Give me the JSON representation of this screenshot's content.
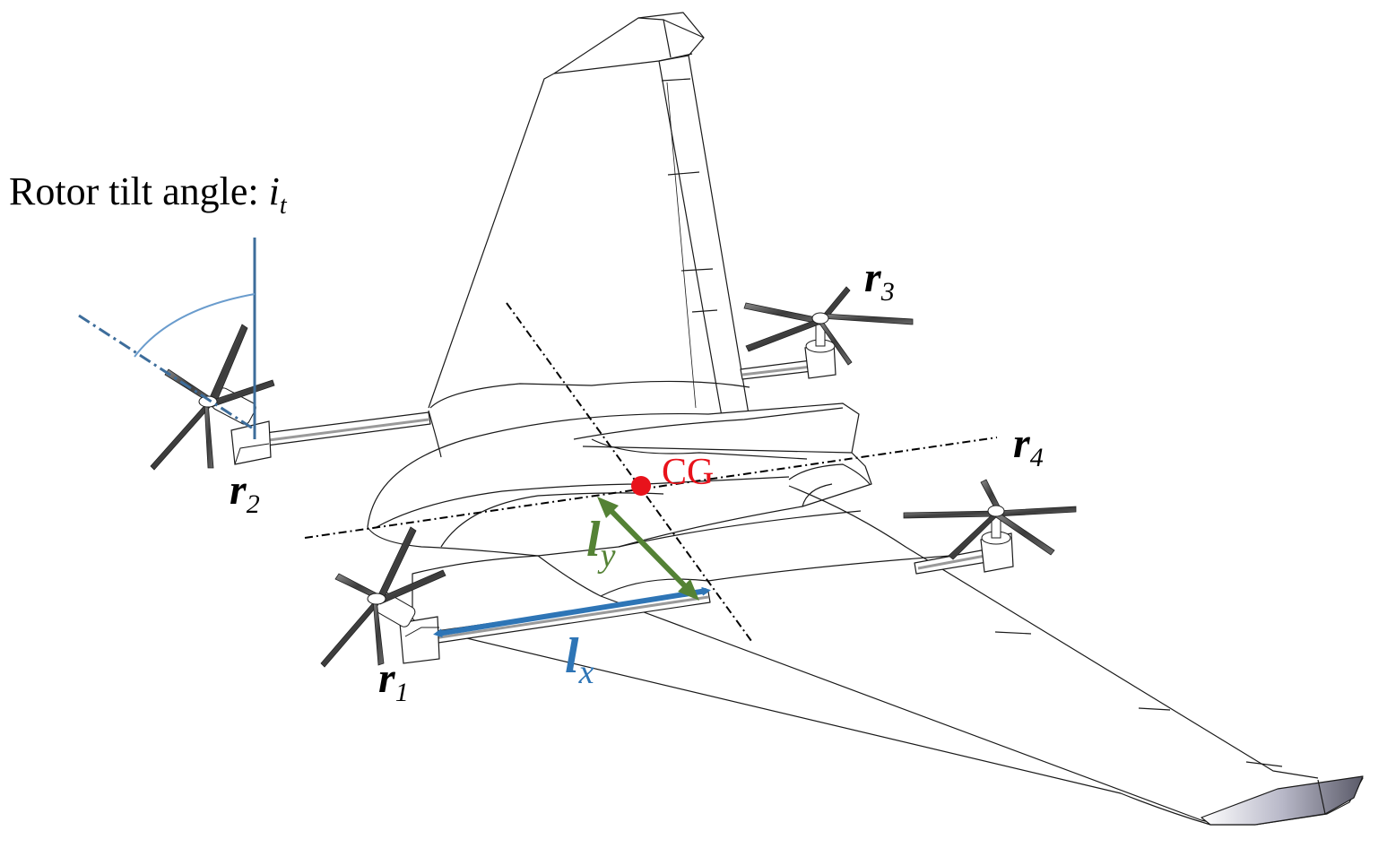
{
  "tilt_label": {
    "prefix": "Rotor tilt angle: ",
    "symbol": "i",
    "subscript": "t"
  },
  "rotors": [
    {
      "id": "r1",
      "symbol": "r",
      "subscript": "1"
    },
    {
      "id": "r2",
      "symbol": "r",
      "subscript": "2"
    },
    {
      "id": "r3",
      "symbol": "r",
      "subscript": "3"
    },
    {
      "id": "r4",
      "symbol": "r",
      "subscript": "4"
    }
  ],
  "cg_label": "CG",
  "lx_label": {
    "symbol": "l",
    "subscript": "x"
  },
  "ly_label": {
    "symbol": "l",
    "subscript": "y"
  },
  "colors": {
    "tilt_blue": "#3d6d9b",
    "lx_blue": "#2e75b6",
    "ly_green": "#548235",
    "cg_red": "#e8121b",
    "outline": "#1a1a1a",
    "blade": "#4a4a4a"
  }
}
